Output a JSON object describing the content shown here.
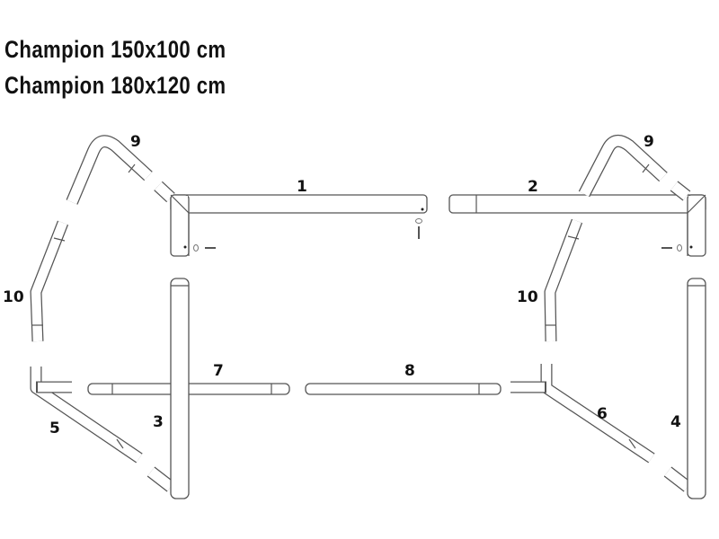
{
  "title": {
    "line1": "Champion 150x100 cm",
    "line2": "Champion 180x120 cm"
  },
  "parts": {
    "p1": "1",
    "p2": "2",
    "p3": "3",
    "p4": "4",
    "p5": "5",
    "p6": "6",
    "p7": "7",
    "p8": "8",
    "p9a": "9",
    "p9b": "9",
    "p10a": "10",
    "p10b": "10"
  }
}
